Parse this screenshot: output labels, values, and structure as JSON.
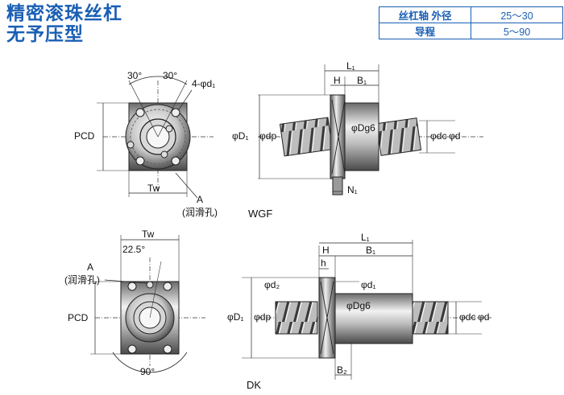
{
  "title": {
    "line1": "精密滚珠丝杠",
    "line2": "无予压型"
  },
  "spec_table": {
    "rows": [
      {
        "label": "丝杠轴 外径",
        "value": "25～30"
      },
      {
        "label": "导程",
        "value": "5～90"
      }
    ]
  },
  "wgf": {
    "model_label": "WGF",
    "angle_left": "30°",
    "angle_right": "30°",
    "holes_label": "4-φd₁",
    "pcd_label": "PCD",
    "tw_label": "Tw",
    "lube_a": "A",
    "lube_hole": "(润滑孔)",
    "l1": "L₁",
    "h": "H",
    "b1": "B₁",
    "n1": "N₁",
    "d1_left": "φD₁",
    "dp": "φdp",
    "dg6": "φDg6",
    "dc": "φdc",
    "d": "φd"
  },
  "dk": {
    "model_label": "DK",
    "tw_label": "Tw",
    "angle_top": "22.5°",
    "lube_a": "A",
    "lube_hole": "(润滑孔)",
    "pcd_label": "PCD",
    "angle_bottom": "90°",
    "h": "H",
    "l1": "L₁",
    "small_h": "h",
    "b1": "B₁",
    "d2": "φd₂",
    "d1_small": "φd₁",
    "d1_left": "φD₁",
    "dp": "φdp",
    "dg6": "φDg6",
    "dc": "φdc",
    "d": "φd",
    "b2": "B₂"
  }
}
